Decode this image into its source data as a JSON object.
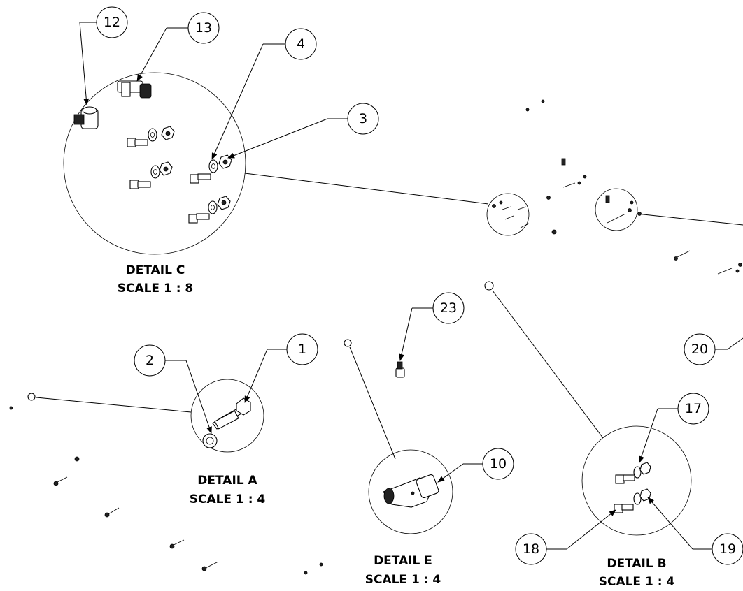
{
  "details": {
    "a": {
      "title": "DETAIL A",
      "scale": "SCALE 1 : 4"
    },
    "b": {
      "title": "DETAIL B",
      "scale": "SCALE 1 : 4"
    },
    "c": {
      "title": "DETAIL C",
      "scale": "SCALE 1 : 8"
    },
    "e": {
      "title": "DETAIL E",
      "scale": "SCALE 1 : 4"
    }
  },
  "balloons": {
    "b1": "1",
    "b2": "2",
    "b3": "3",
    "b4": "4",
    "b10": "10",
    "b12": "12",
    "b13": "13",
    "b17": "17",
    "b18": "18",
    "b19": "19",
    "b20": "20",
    "b23": "23"
  }
}
